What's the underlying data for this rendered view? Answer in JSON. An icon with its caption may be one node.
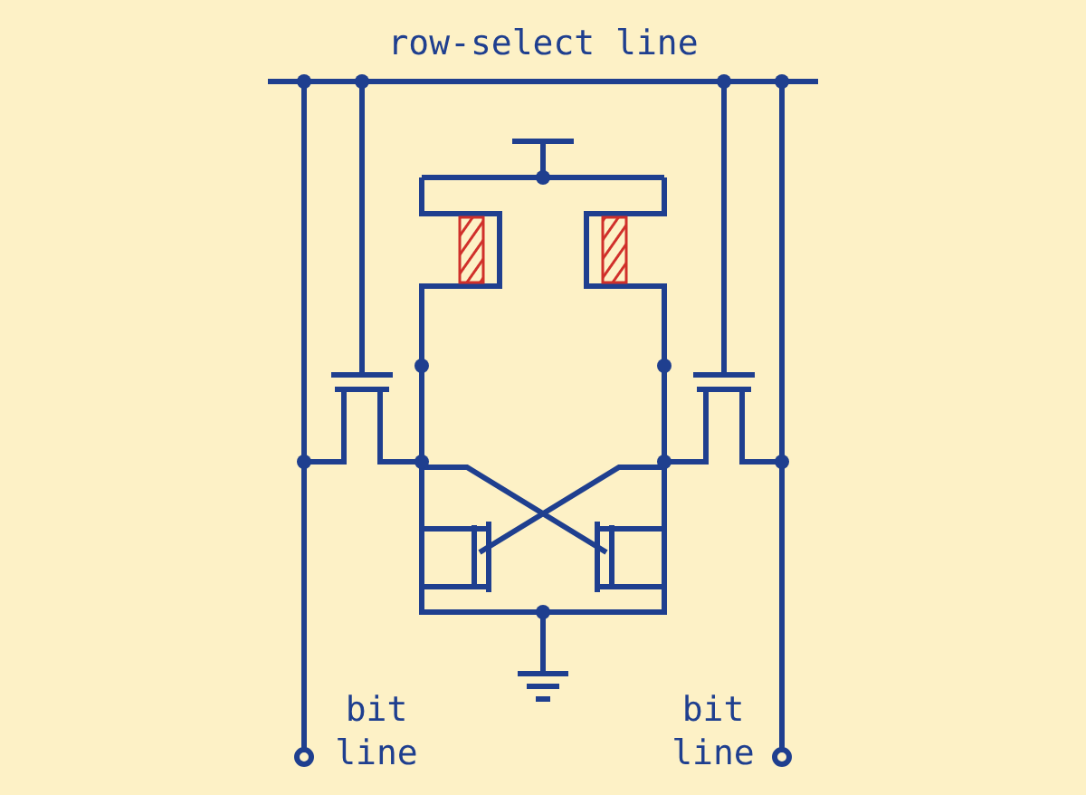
{
  "diagram": {
    "labels": [
      "row-select line",
      "bit line",
      "bit line"
    ]
  }
}
